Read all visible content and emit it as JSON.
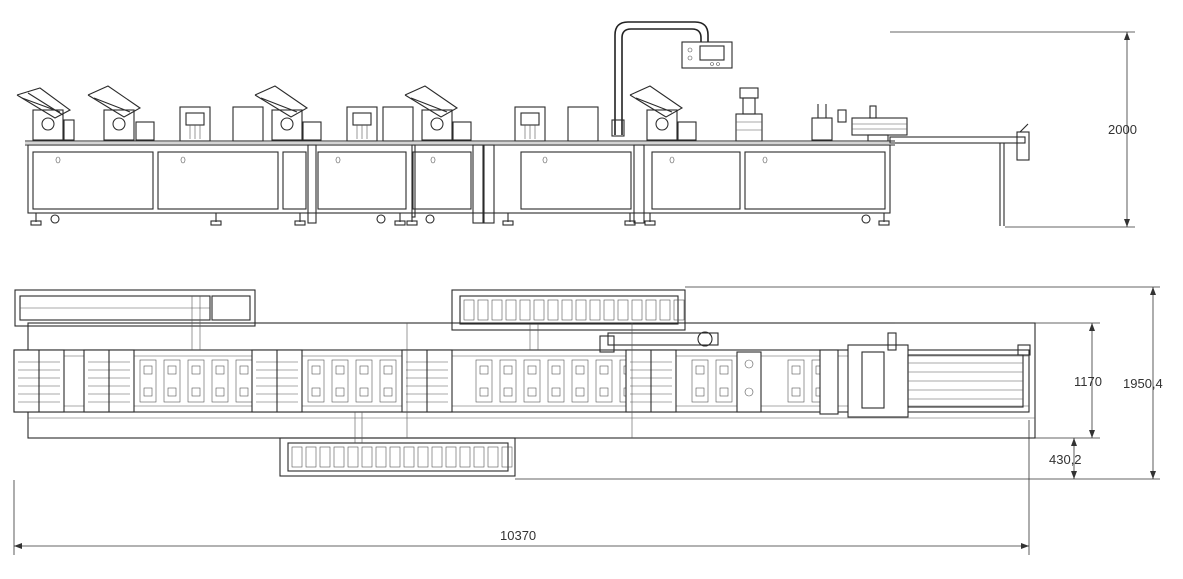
{
  "dimensions": {
    "side_height": "2000",
    "plan_inner_width": "1170",
    "plan_total_width": "1950,4",
    "plan_offset": "430,2",
    "total_length": "10370"
  }
}
